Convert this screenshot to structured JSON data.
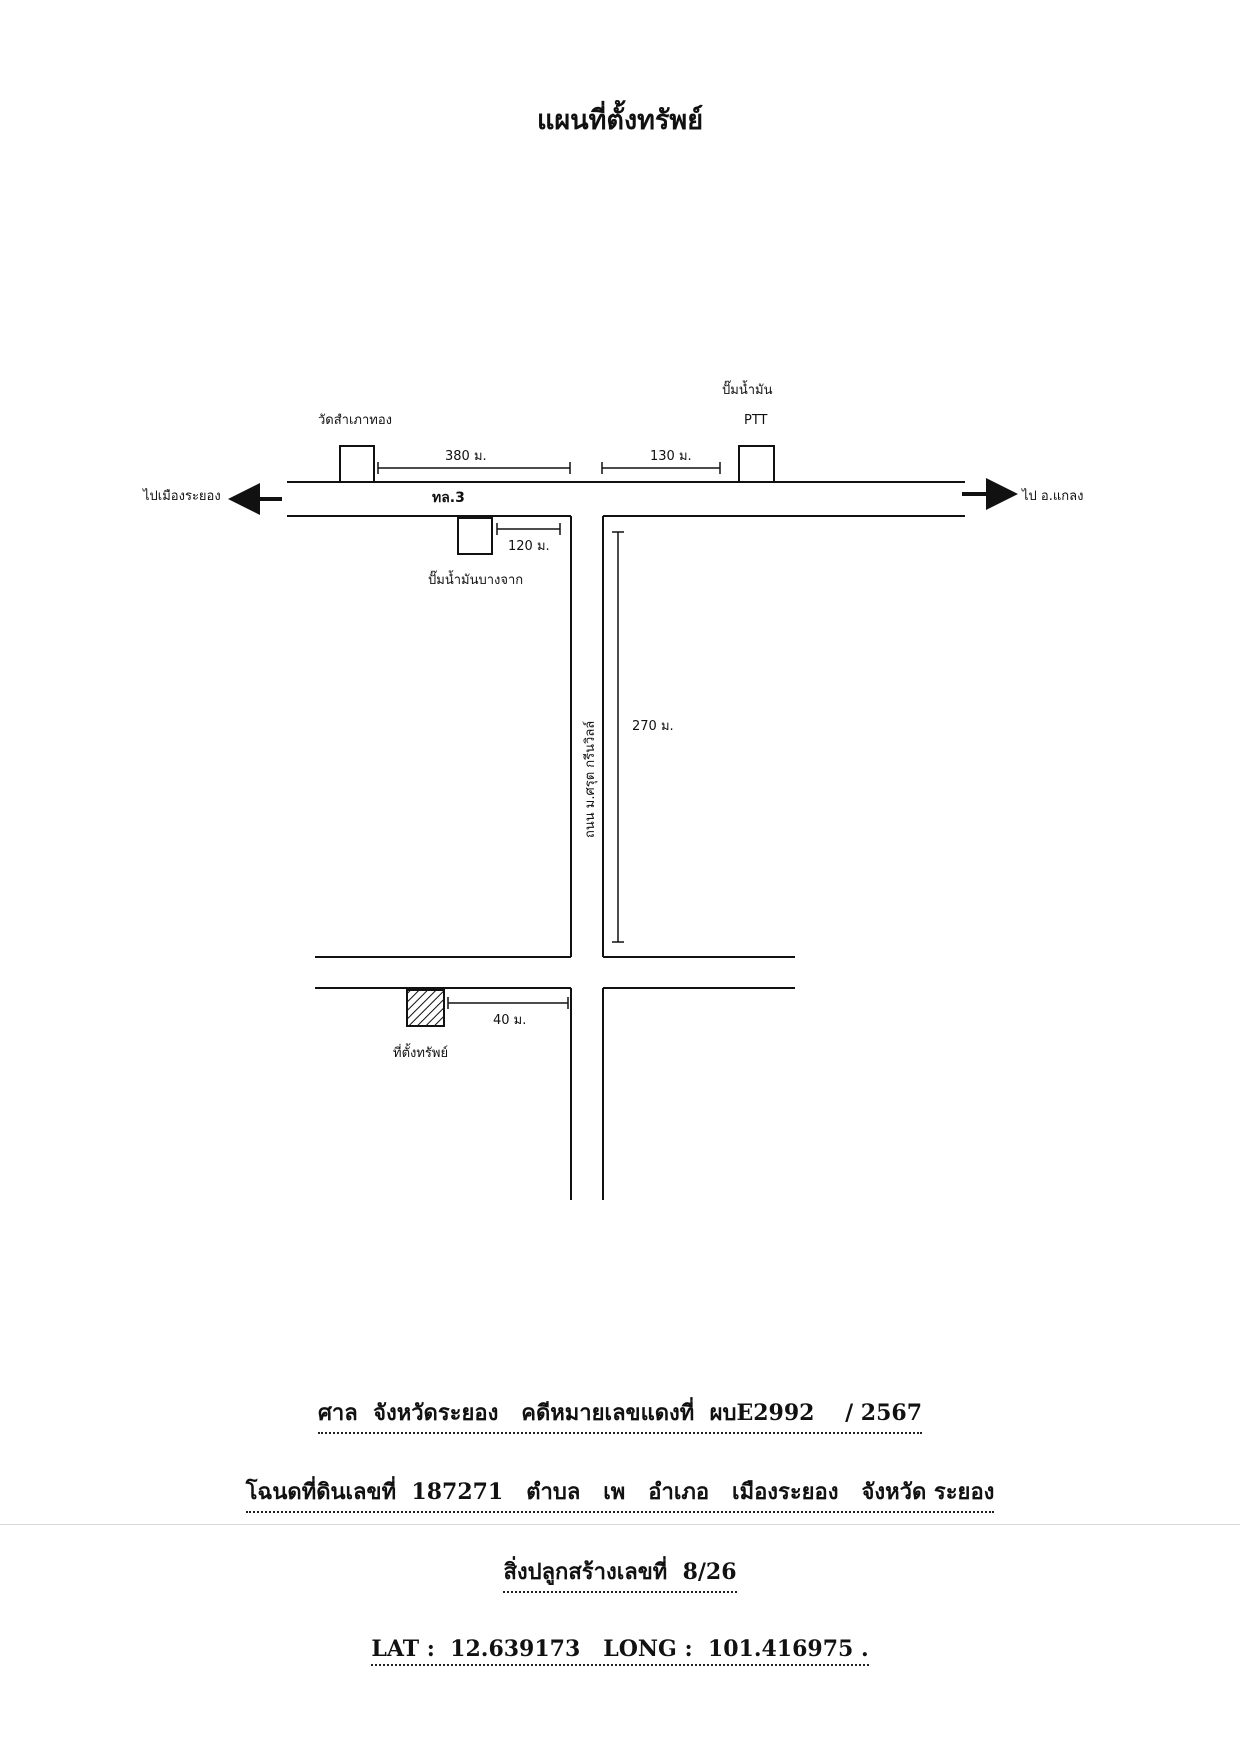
{
  "title": "แผนที่ตั้งทรัพย์",
  "map": {
    "labels": {
      "temple": "วัดสำเภาทอง",
      "ptt_line1": "ปั๊มน้ำมัน",
      "ptt_line2": "PTT",
      "to_rayong": "ไปเมืองระยอง",
      "to_klaeng": "ไป อ.แกลง",
      "highway": "ทล.3",
      "bangchak": "ปั๊มน้ำมันบางจาก",
      "side_road": "ถนน ม.ศรุต กรีนวิลล์",
      "property": "ที่ตั้งทรัพย์"
    },
    "distances": {
      "temple_to_junction": "380 ม.",
      "junction_to_ptt": "130 ม.",
      "bangchak_to_road": "120 ม.",
      "side_road_length": "270 ม.",
      "property_to_road": "40 ม."
    }
  },
  "info": {
    "line1": "ศาล  จังหวัดระยอง   คดีหมายเลขแดงที่  ผบE2992    / 2567",
    "line2": "โฉนดที่ดินเลขที่  187271   ตำบล   เพ   อำเภอ   เมืองระยอง   จังหวัด ระยอง",
    "line3": "สิ่งปลูกสร้างเลขที่  8/26",
    "line4": "LAT :  12.639173   LONG :  101.416975 ."
  }
}
